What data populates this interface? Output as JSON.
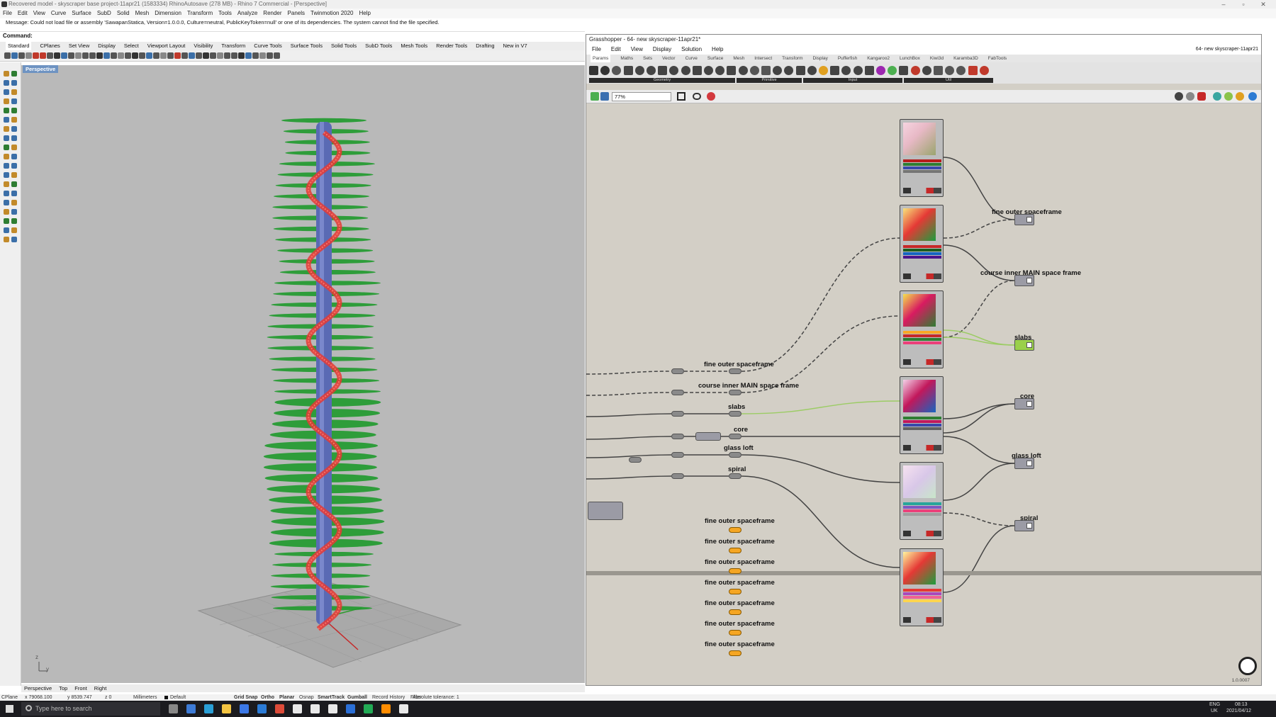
{
  "rhino": {
    "title": "Recovered model - skyscraper base project-11apr21 (1583334) RhinoAutosave (278 MB) - Rhino 7 Commercial - [Perspective]",
    "menu": [
      "File",
      "Edit",
      "View",
      "Curve",
      "Surface",
      "SubD",
      "Solid",
      "Mesh",
      "Dimension",
      "Transform",
      "Tools",
      "Analyze",
      "Render",
      "Panels",
      "Twinmotion 2020",
      "Help"
    ],
    "message": "Message: Could not load file or assembly 'SawapanStatica, Version=1.0.0.0, Culture=neutral, PublicKeyToken=null' or one of its dependencies. The system cannot find the file specified.",
    "command_label": "Command:",
    "toolbar_tabs": [
      "Standard",
      "CPlanes",
      "Set View",
      "Display",
      "Select",
      "Viewport Layout",
      "Visibility",
      "Transform",
      "Curve Tools",
      "Surface Tools",
      "Solid Tools",
      "SubD Tools",
      "Mesh Tools",
      "Render Tools",
      "Drafting",
      "New in V7"
    ],
    "viewport_label": "Perspective",
    "viewport_tabs": [
      "Perspective",
      "Top",
      "Front",
      "Right"
    ],
    "axis_labels": {
      "z": "z",
      "y": "y"
    }
  },
  "status": {
    "cplane": "CPlane",
    "x": "x 79068.100",
    "y": "y 8539.747",
    "z": "z 0",
    "units": "Millimeters",
    "layer": "Default",
    "toggles": [
      "Grid Snap",
      "Ortho",
      "Planar",
      "Osnap",
      "SmartTrack",
      "Gumball",
      "Record History",
      "Filter"
    ],
    "tolerance": "Absolute tolerance: 1"
  },
  "taskbar": {
    "search_placeholder": "Type here to search",
    "lang": "ENG",
    "region": "UK",
    "time": "08:13",
    "date": "2021/04/12"
  },
  "grasshopper": {
    "title": "Grasshopper - 64- new skyscraper-11apr21*",
    "file_label": "64- new skyscraper-11apr21",
    "menu": [
      "File",
      "Edit",
      "View",
      "Display",
      "Solution",
      "Help"
    ],
    "tabs": [
      "Params",
      "Maths",
      "Sets",
      "Vector",
      "Curve",
      "Surface",
      "Mesh",
      "Intersect",
      "Transform",
      "Display",
      "Pufferfish",
      "Kangaroo2",
      "LunchBox",
      "Kiwi3d",
      "Karamba3D",
      "FabTools"
    ],
    "panels": [
      "Geometry",
      "Primitive",
      "Input",
      "Util"
    ],
    "zoom": "77%",
    "version": "1.0.0007",
    "relay_labels": [
      "fine outer spaceframe",
      "course inner MAIN space frame",
      "slabs",
      "core",
      "glass loft",
      "spiral"
    ],
    "preview_labels": [
      "fine outer spaceframe",
      "course inner MAIN space frame",
      "slabs",
      "core",
      "glass loft",
      "spiral"
    ],
    "orange_labels": [
      "fine outer spaceframe",
      "fine outer spaceframe",
      "fine outer spaceframe",
      "fine outer spaceframe",
      "fine outer spaceframe",
      "fine outer spaceframe",
      "fine outer spaceframe"
    ],
    "colors": {
      "accent_green": "#9ad04a",
      "relay_orange": "#f5a623",
      "canvas": "#d3cfc6"
    }
  }
}
